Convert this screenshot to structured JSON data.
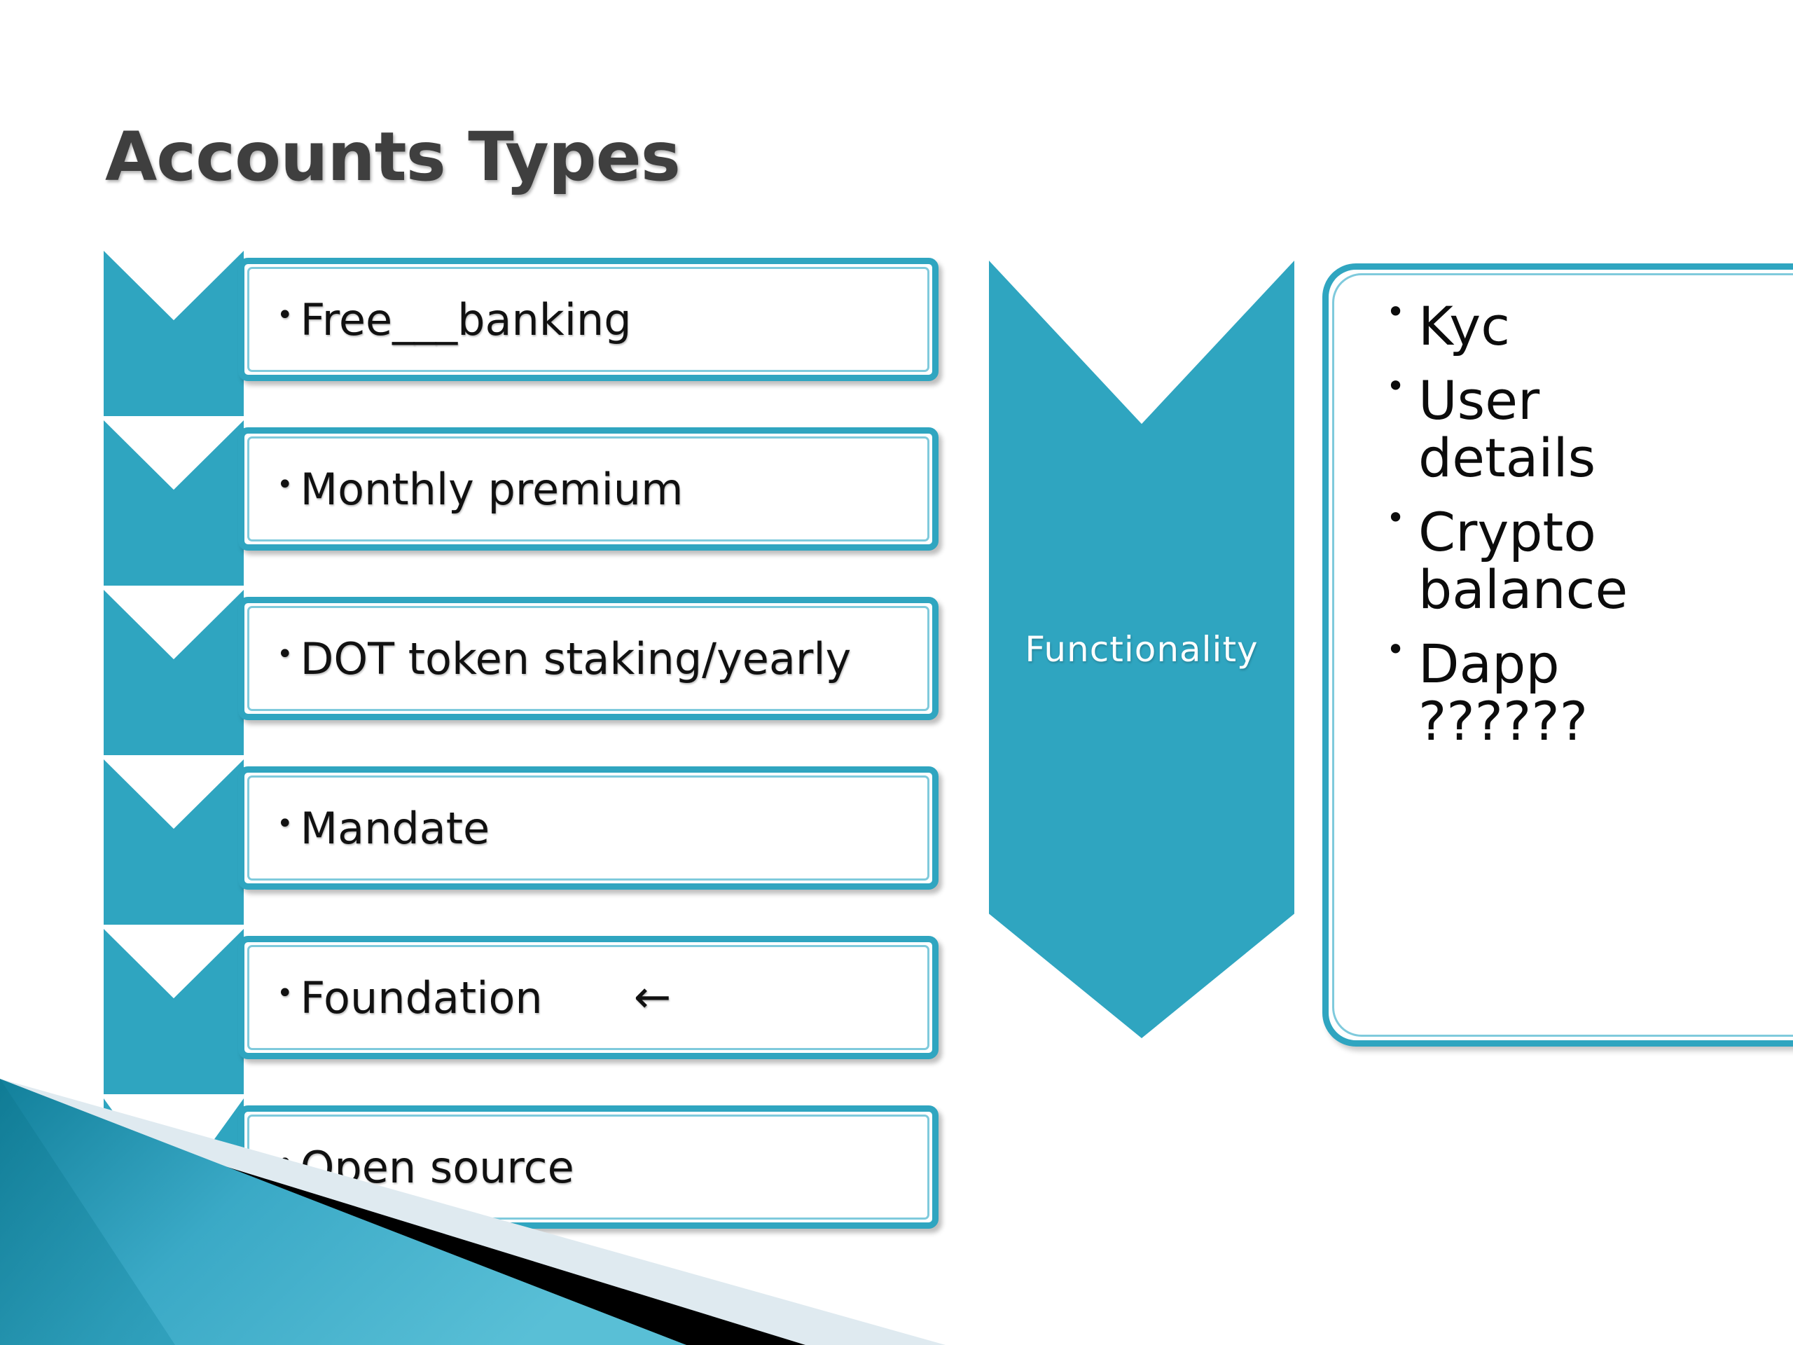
{
  "slide": {
    "title": "Accounts Types",
    "theme_color": "#2fa5c0",
    "inner_border_color": "#7fcadc",
    "title_color": "#3f3f3f",
    "background": "#ffffff"
  },
  "left_column": {
    "name": "accounts-types-steps",
    "steps": [
      {
        "bullet": "•",
        "label": "Free___banking",
        "suffix": ""
      },
      {
        "bullet": "•",
        "label": "Monthly premium",
        "suffix": ""
      },
      {
        "bullet": "•",
        "label": "DOT token staking/yearly",
        "suffix": ""
      },
      {
        "bullet": "•",
        "label": "Mandate",
        "suffix": ""
      },
      {
        "bullet": "•",
        "label": "Foundation",
        "suffix": "←"
      },
      {
        "bullet": "•",
        "label": "Open source",
        "suffix": ""
      }
    ]
  },
  "middle": {
    "label": "Functionality",
    "shape": "chevron-down",
    "fill": "#2fa5c0",
    "text_color": "#ffffff"
  },
  "right_panel": {
    "name": "functionality-details",
    "items": [
      "Kyc",
      "User details",
      "Crypto balance",
      "Dapp ??????"
    ]
  },
  "decoration": {
    "name": "bottom-left-corner-graphic",
    "teal_dark": "#1b8ba6",
    "teal_light": "#49b6d0",
    "stripe_black": "#000000",
    "stripe_light": "#dde8ee"
  }
}
